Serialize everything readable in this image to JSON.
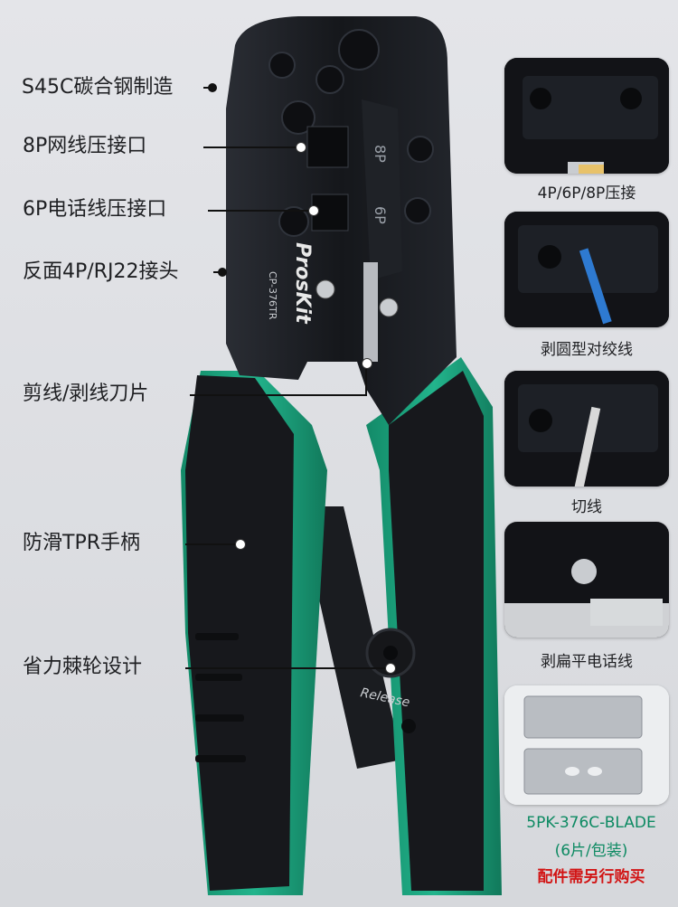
{
  "brand": {
    "logo": "ProsKit",
    "model": "CP-376TR"
  },
  "tool": {
    "eight_p_mark": "8P",
    "six_p_mark": "6P",
    "release": "Release"
  },
  "callouts": [
    {
      "id": "steel",
      "label": "S45C碳合钢制造"
    },
    {
      "id": "8p",
      "label": "8P网线压接口"
    },
    {
      "id": "6p",
      "label": "6P电话线压接口"
    },
    {
      "id": "rj22",
      "label": "反面4P/RJ22接头"
    },
    {
      "id": "blade",
      "label": "剪线/剥线刀片"
    },
    {
      "id": "handle",
      "label": "防滑TPR手柄"
    },
    {
      "id": "ratchet",
      "label": "省力棘轮设计"
    }
  ],
  "panels": [
    {
      "label": "4P/6P/8P压接"
    },
    {
      "label": "剥圆型对绞线"
    },
    {
      "label": "切线"
    },
    {
      "label": "剥扁平电话线"
    }
  ],
  "blade": {
    "code": "5PK-376C-BLADE",
    "qty": "(6片/包装)",
    "note": "配件需另行购买"
  },
  "colors": {
    "handle_green": "#1fa882",
    "handle_black": "#15161a",
    "steel": "#1b1d22",
    "note_red": "#d21414",
    "code_green": "#0d8a62"
  }
}
